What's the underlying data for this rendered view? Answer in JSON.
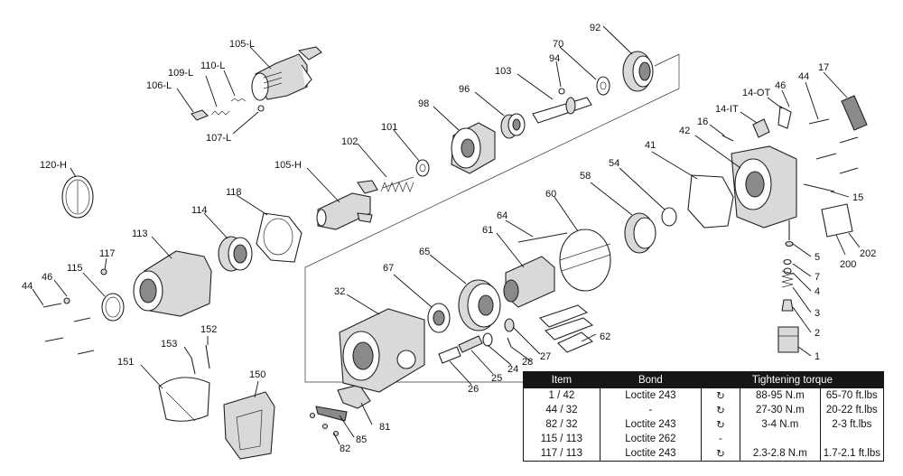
{
  "labels": {
    "l92": "92",
    "l70": "70",
    "l94": "94",
    "l103": "103",
    "l96": "96",
    "l98": "98",
    "l105L": "105-L",
    "l110L": "110-L",
    "l109L": "109-L",
    "l106L": "106-L",
    "l107L": "107-L",
    "l101": "101",
    "l102": "102",
    "l105H": "105-H",
    "l120H": "120-H",
    "l118": "118",
    "l114": "114",
    "l113": "113",
    "l117": "117",
    "l115": "115",
    "l46a": "46",
    "l44a": "44",
    "l152": "152",
    "l153": "153",
    "l151": "151",
    "l150": "150",
    "l81": "81",
    "l85": "85",
    "l82": "82",
    "l32": "32",
    "l67": "67",
    "l65": "65",
    "l64": "64",
    "l61": "61",
    "l60": "60",
    "l58": "58",
    "l54": "54",
    "l41": "41",
    "l42": "42",
    "l16": "16",
    "l14IT": "14-IT",
    "l14OT": "14-OT",
    "l46b": "46",
    "l44b": "44",
    "l17": "17",
    "l15": "15",
    "l5": "5",
    "l7": "7",
    "l4": "4",
    "l3": "3",
    "l2": "2",
    "l1": "1",
    "l200": "200",
    "l202": "202",
    "l62": "62",
    "l27": "27",
    "l28": "28",
    "l24": "24",
    "l25": "25",
    "l26": "26"
  },
  "table": {
    "headers": {
      "item": "Item",
      "bond": "Bond",
      "torque": "Tightening torque"
    },
    "rows": [
      {
        "item": "1 / 42",
        "bond": "Loctite 243",
        "icon": "↻",
        "nm": "88-95 N.m",
        "ft": "65-70 ft.lbs"
      },
      {
        "item": "44 / 32",
        "bond": "-",
        "icon": "↻",
        "nm": "27-30 N.m",
        "ft": "20-22 ft.lbs"
      },
      {
        "item": "82 / 32",
        "bond": "Loctite 243",
        "icon": "↻",
        "nm": "3-4 N.m",
        "ft": "2-3 ft.lbs"
      },
      {
        "item": "115 / 113",
        "bond": "Loctite 262",
        "icon": "-",
        "nm": "",
        "ft": ""
      },
      {
        "item": "117 / 113",
        "bond": "Loctite 243",
        "icon": "↻",
        "nm": "2.3-2.8 N.m",
        "ft": "1.7-2.1 ft.lbs"
      }
    ]
  },
  "icons": {
    "torque_direction": "clockwise-arrow-icon"
  }
}
